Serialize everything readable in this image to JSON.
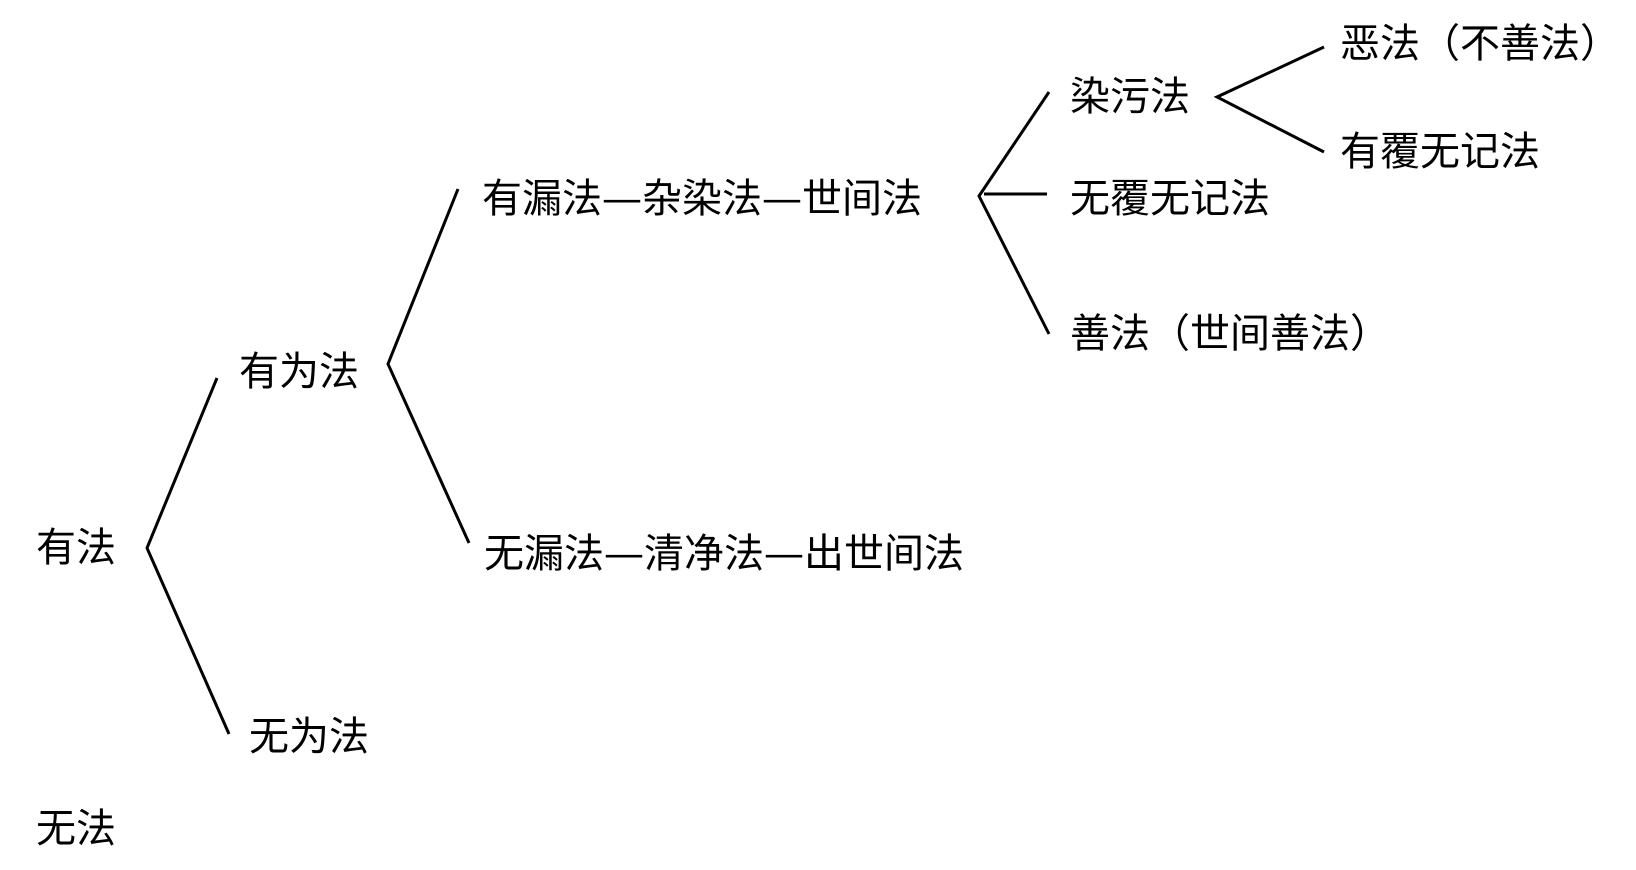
{
  "nodes": {
    "you_fa": "有法",
    "wu_fa": "无法",
    "youwei_fa": "有为法",
    "wuwei_fa": "无为法",
    "youlou_chain": "有漏法—杂染法—世间法",
    "wulou_chain": "无漏法—清净法—出世间法",
    "ranwu_fa": "染污法",
    "wufu_wuji_fa": "无覆无记法",
    "shan_fa": "善法（世间善法）",
    "e_fa": "恶法（不善法）",
    "youfu_wuji_fa": "有覆无记法"
  }
}
